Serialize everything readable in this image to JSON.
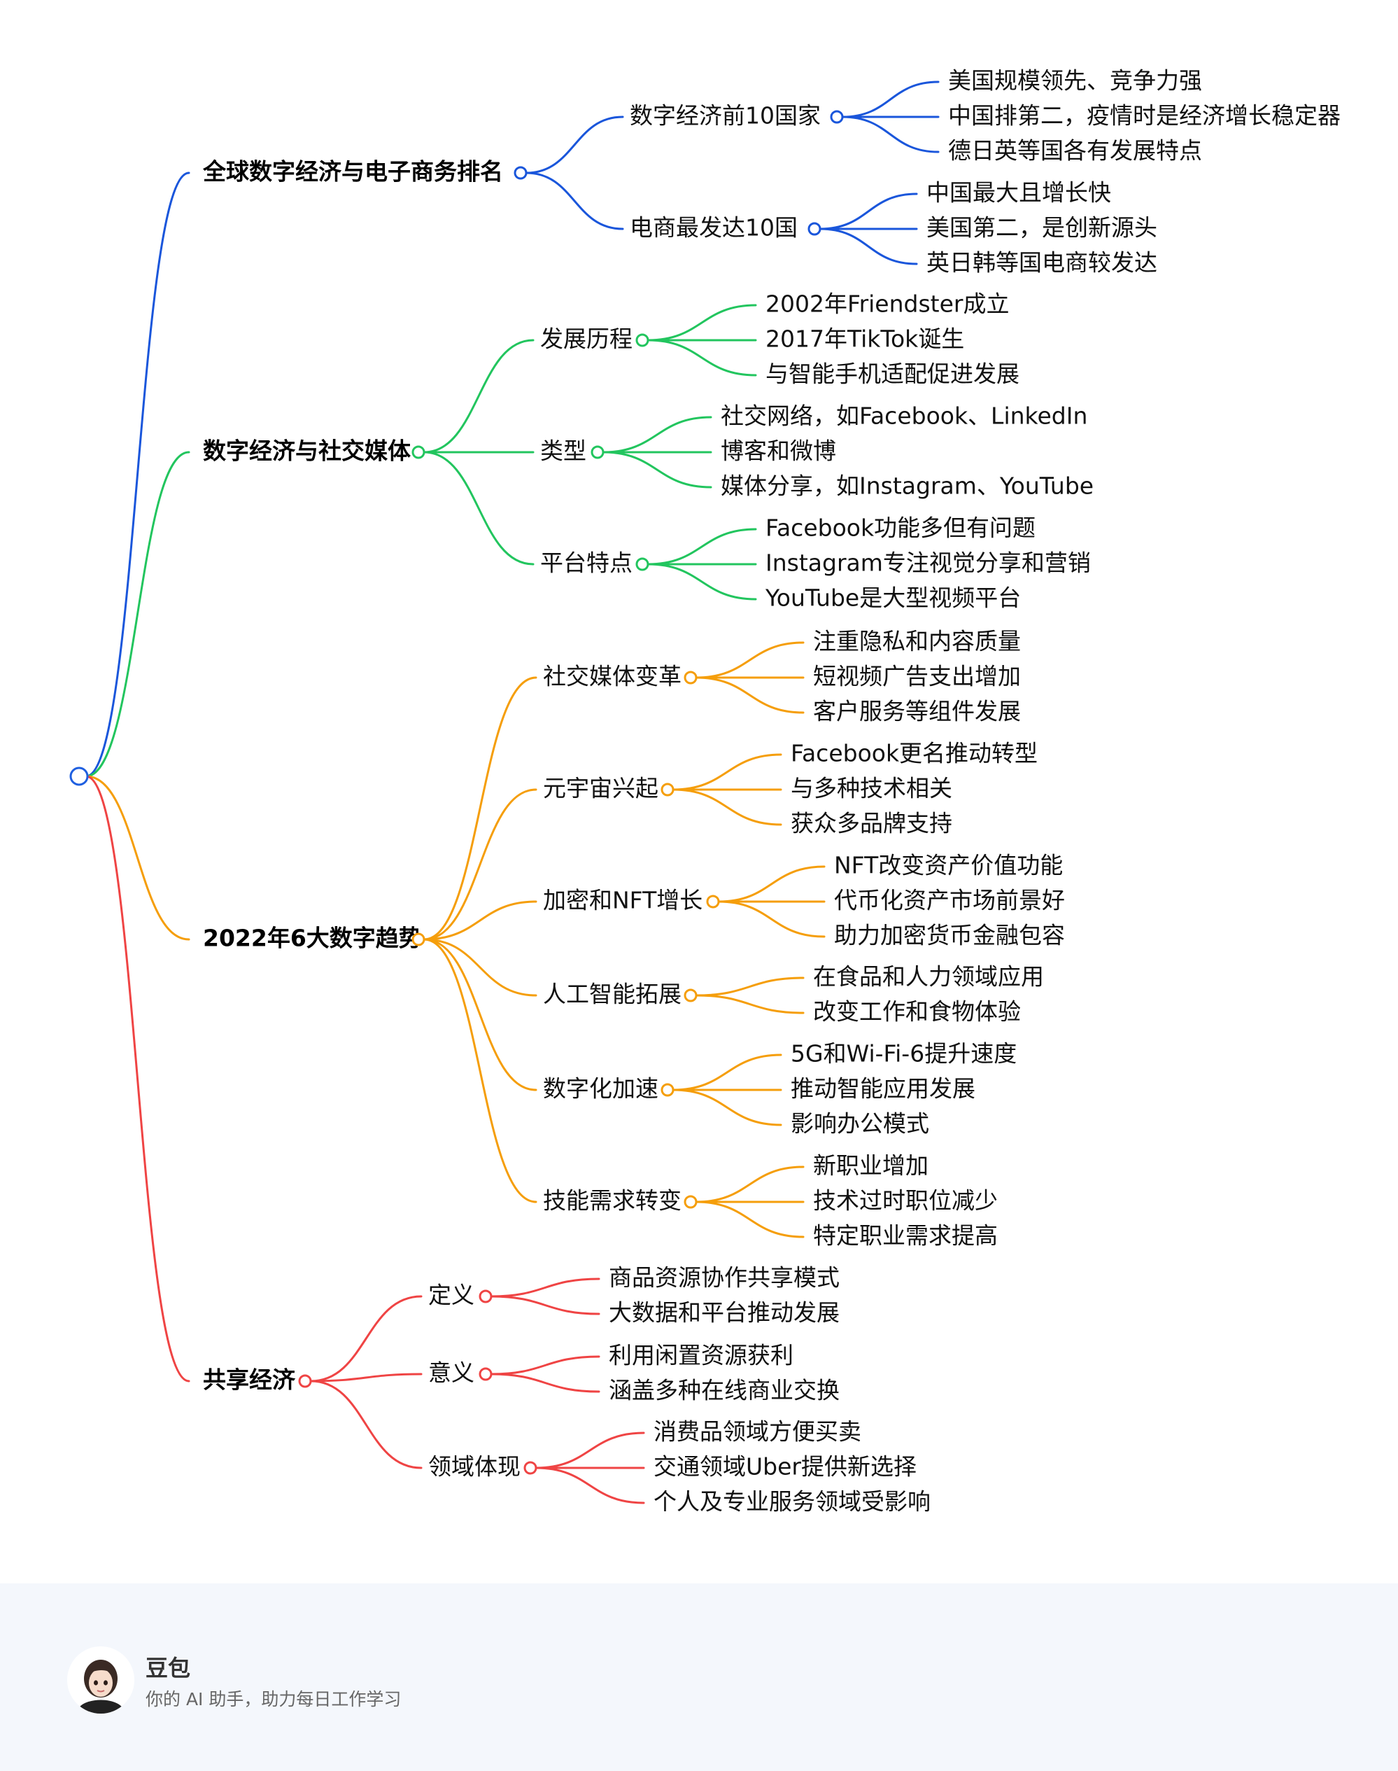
{
  "colors": {
    "root": "#1f5fe0",
    "branch_blue": "#1a56db",
    "branch_green": "#22c55e",
    "branch_orange": "#f59e0b",
    "branch_red": "#ef4444",
    "footer_bg": "#f4f7fc"
  },
  "mindmap": {
    "branches": [
      {
        "label": "全球数字经济与电子商务排名",
        "color": "#1a56db",
        "children": [
          {
            "label": "数字经济前10国家",
            "children": [
              "美国规模领先、竞争力强",
              "中国排第二，疫情时是经济增长稳定器",
              "德日英等国各有发展特点"
            ]
          },
          {
            "label": "电商最发达10国",
            "children": [
              "中国最大且增长快",
              "美国第二，是创新源头",
              "英日韩等国电商较发达"
            ]
          }
        ]
      },
      {
        "label": "数字经济与社交媒体",
        "color": "#22c55e",
        "children": [
          {
            "label": "发展历程",
            "children": [
              "2002年Friendster成立",
              "2017年TikTok诞生",
              "与智能手机适配促进发展"
            ]
          },
          {
            "label": "类型",
            "children": [
              "社交网络，如Facebook、LinkedIn",
              "博客和微博",
              "媒体分享，如Instagram、YouTube"
            ]
          },
          {
            "label": "平台特点",
            "children": [
              "Facebook功能多但有问题",
              "Instagram专注视觉分享和营销",
              "YouTube是大型视频平台"
            ]
          }
        ]
      },
      {
        "label": "2022年6大数字趋势",
        "color": "#f59e0b",
        "children": [
          {
            "label": "社交媒体变革",
            "children": [
              "注重隐私和内容质量",
              "短视频广告支出增加",
              "客户服务等组件发展"
            ]
          },
          {
            "label": "元宇宙兴起",
            "children": [
              "Facebook更名推动转型",
              "与多种技术相关",
              "获众多品牌支持"
            ]
          },
          {
            "label": "加密和NFT增长",
            "children": [
              "NFT改变资产价值功能",
              "代币化资产市场前景好",
              "助力加密货币金融包容"
            ]
          },
          {
            "label": "人工智能拓展",
            "children": [
              "在食品和人力领域应用",
              "改变工作和食物体验"
            ]
          },
          {
            "label": "数字化加速",
            "children": [
              "5G和Wi-Fi-6提升速度",
              "推动智能应用发展",
              "影响办公模式"
            ]
          },
          {
            "label": "技能需求转变",
            "children": [
              "新职业增加",
              "技术过时职位减少",
              "特定职业需求提高"
            ]
          }
        ]
      },
      {
        "label": "共享经济",
        "color": "#ef4444",
        "children": [
          {
            "label": "定义",
            "children": [
              "商品资源协作共享模式",
              "大数据和平台推动发展"
            ]
          },
          {
            "label": "意义",
            "children": [
              "利用闲置资源获利",
              "涵盖多种在线商业交换"
            ]
          },
          {
            "label": "领域体现",
            "children": [
              "消费品领域方便买卖",
              "交通领域Uber提供新选择",
              "个人及专业服务领域受影响"
            ]
          }
        ]
      }
    ]
  },
  "footer": {
    "title": "豆包",
    "subtitle": "你的 AI 助手，助力每日工作学习"
  }
}
